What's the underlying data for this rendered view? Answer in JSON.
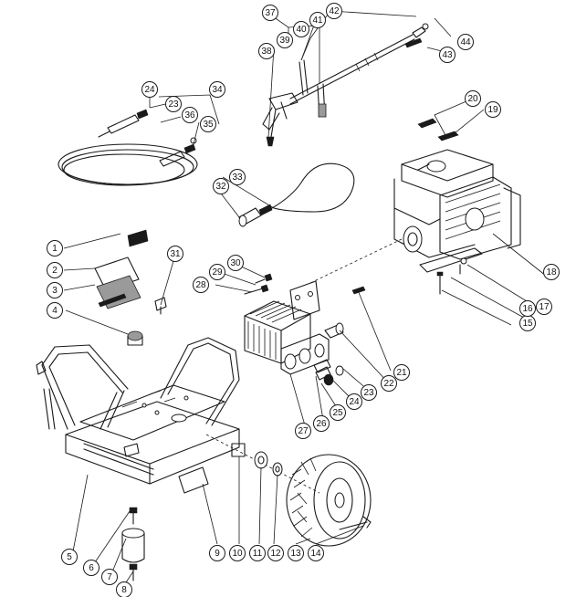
{
  "callouts": [
    "1",
    "2",
    "3",
    "4",
    "5",
    "6",
    "7",
    "8",
    "9",
    "10",
    "11",
    "12",
    "13",
    "14",
    "15",
    "16",
    "17",
    "18",
    "19",
    "20",
    "21",
    "22",
    "23",
    "24",
    "25",
    "26",
    "27",
    "28",
    "29",
    "30",
    "31",
    "32",
    "33",
    "34",
    "35",
    "36",
    "37",
    "38",
    "39",
    "40",
    "41",
    "42",
    "43",
    "44",
    "24",
    "23"
  ]
}
